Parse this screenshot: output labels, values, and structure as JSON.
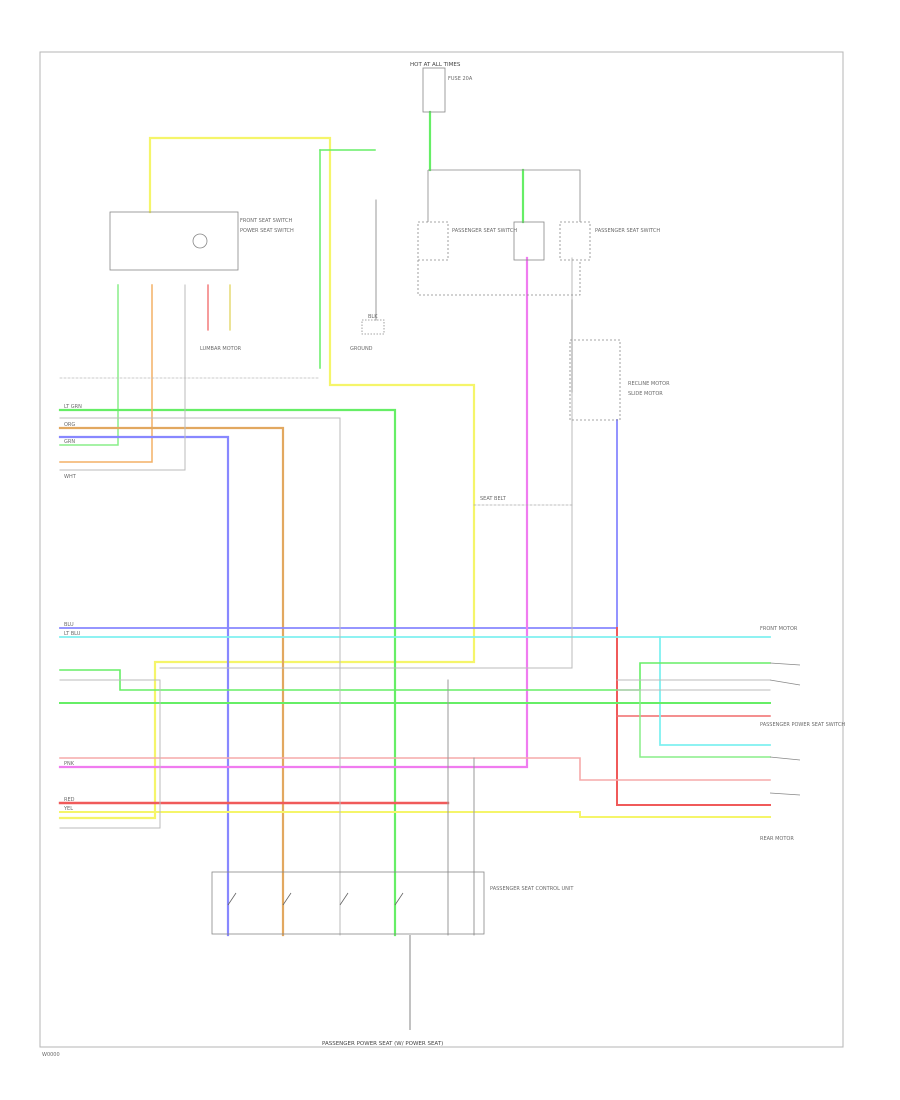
{
  "page": {
    "footer_id": "W0000",
    "bottom_caption": "PASSENGER POWER SEAT (W/ POWER SEAT)"
  },
  "labels": {
    "top_power": "HOT AT ALL TIMES",
    "fuse_block": "FUSE 20A",
    "front_seat_switch": "FRONT SEAT SWITCH",
    "power_seat_sw": "POWER SEAT SWITCH",
    "lumbar_motor": "LUMBAR MOTOR",
    "ground": "GROUND",
    "passenger_seat_switch_1": "PASSENGER SEAT SWITCH",
    "passenger_seat_switch_2": "PASSENGER SEAT SWITCH",
    "recline_motor": "RECLINE MOTOR",
    "slide_motor": "SLIDE MOTOR",
    "seat_belt": "SEAT BELT",
    "front_motor": "FRONT MOTOR",
    "rear_motor": "REAR MOTOR",
    "passenger_seat_control": "PASSENGER SEAT CONTROL UNIT",
    "passenger_power_seat_sw": "PASSENGER POWER SEAT SWITCH"
  },
  "wires": {
    "ltgrn": "LT GRN",
    "grn": "GRN",
    "yel": "YEL",
    "red": "RED",
    "org": "ORG",
    "blu": "BLU",
    "pnk": "PNK",
    "wht": "WHT",
    "ltblu": "LT BLU",
    "blk": "BLK"
  },
  "colors": {
    "yellow": "#f5f56a",
    "green": "#66ee66",
    "orange": "#f3b066",
    "blue": "#8888ff",
    "magenta": "#f07cf0",
    "red": "#f05a5a",
    "cyan": "#7ff0f0",
    "pink": "#f6aaaa",
    "gray": "#a9a9a9"
  }
}
